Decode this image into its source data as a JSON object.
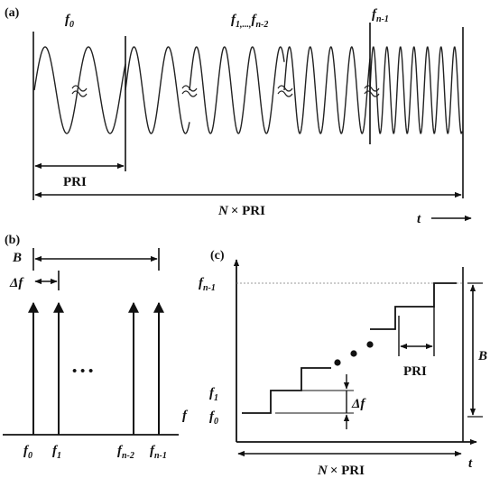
{
  "panel_a": {
    "label": "(a)",
    "freq_labels": [
      {
        "main": "f",
        "sub": "0"
      },
      {
        "main": "f",
        "sub": "1,...,",
        "main2": "f",
        "sub2": "n-2"
      },
      {
        "main": "f",
        "sub": "n-1"
      }
    ],
    "pri_label": "PRI",
    "npri_n": "N",
    "npri_rest": "× PRI",
    "t_label": "t"
  },
  "panel_b": {
    "label": "(b)",
    "b_label": "B",
    "delta_f_label": "Δf",
    "ellipsis": "• • •",
    "axis_label": "f",
    "tick_labels": [
      {
        "main": "f",
        "sub": "0"
      },
      {
        "main": "f",
        "sub": "1"
      },
      {
        "main": "f",
        "sub": "n-2"
      },
      {
        "main": "f",
        "sub": "n-1"
      }
    ]
  },
  "panel_c": {
    "label": "(c)",
    "y_labels": [
      {
        "main": "f",
        "sub": "n-1"
      },
      {
        "main": "f",
        "sub": "1"
      },
      {
        "main": "f",
        "sub": "0"
      }
    ],
    "pri_label": "PRI",
    "delta_f_label": "Δf",
    "b_label": "B",
    "npri_n": "N",
    "npri_rest": "× PRI",
    "t_label": "t"
  }
}
